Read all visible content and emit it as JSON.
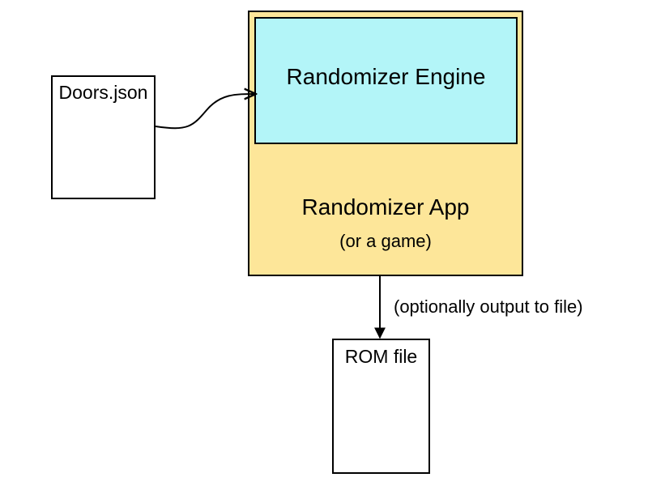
{
  "doors": {
    "label": "Doors.json"
  },
  "engine": {
    "label": "Randomizer Engine"
  },
  "app": {
    "label": "Randomizer App",
    "sublabel": "(or a game)"
  },
  "rom": {
    "label": "ROM file"
  },
  "output_edge": {
    "label": "(optionally output to file)"
  },
  "colors": {
    "app_fill": "#fde699",
    "engine_fill": "#b3f5f8",
    "stroke": "#000000"
  }
}
